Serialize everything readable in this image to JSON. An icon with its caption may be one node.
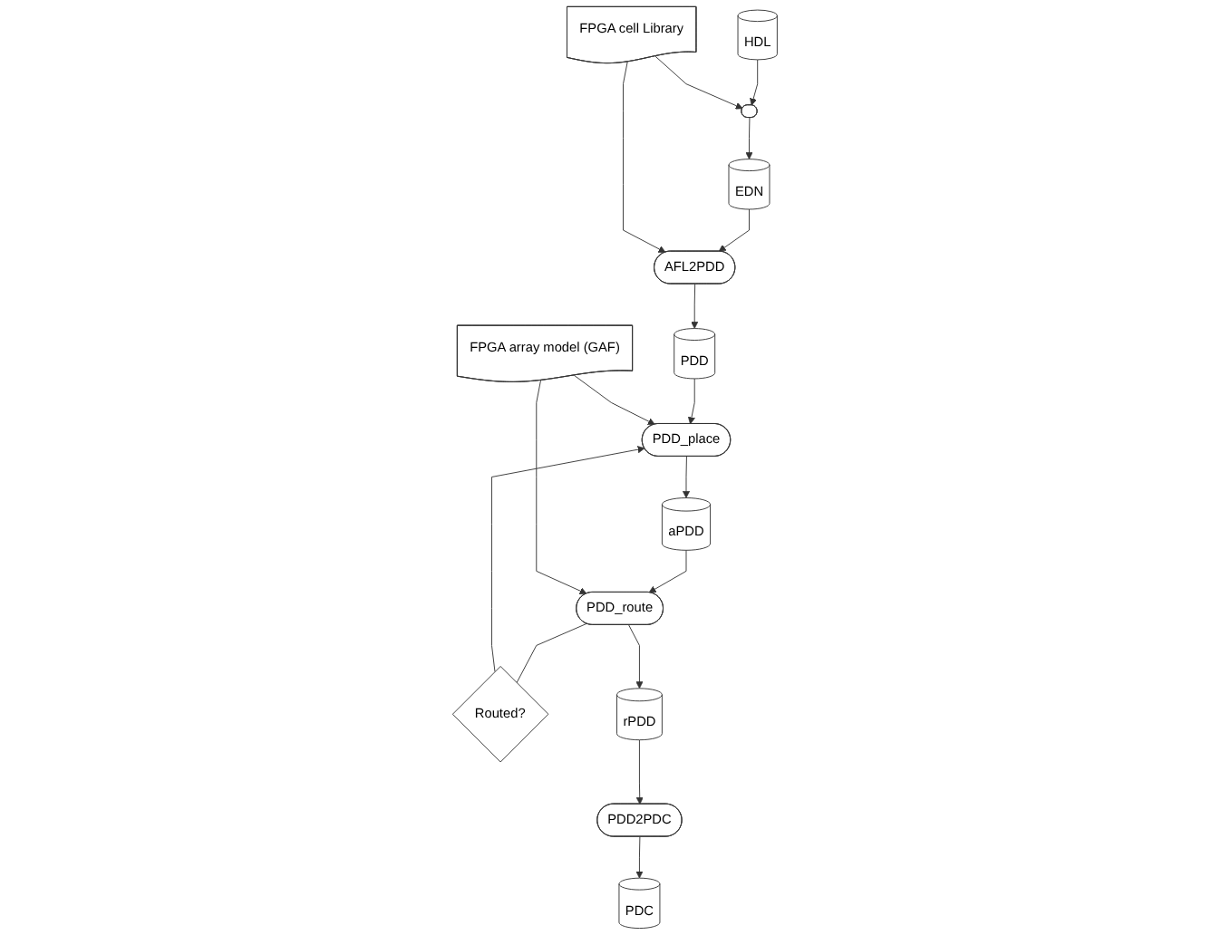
{
  "diagram": {
    "nodes": [
      {
        "text": [
          "HDL"
        ]
      },
      {
        "text": [],
        "shape": "ellipse"
      },
      {
        "text": [
          "EDN"
        ]
      },
      {
        "text": [
          "FPGA cell Library"
        ]
      },
      {
        "text": [
          "AFL2PDD"
        ]
      },
      {
        "text": [
          "PDD"
        ]
      },
      {
        "text": [
          "PDD_place"
        ]
      },
      {
        "text": [
          "FPGA array model (GAF)"
        ]
      },
      {
        "text": [
          "aPDD"
        ]
      },
      {
        "text": [
          "Routed?"
        ]
      },
      {
        "text": [
          "PDD_route"
        ]
      },
      {
        "text": [
          "rPDD"
        ]
      },
      {
        "text": [
          "PDD2PDC"
        ]
      },
      {
        "text": [
          "PDC"
        ]
      }
    ],
    "edges": [
      {
        "from": 0,
        "to": 1,
        "arrow": "to"
      },
      {
        "from": 1,
        "to": 2,
        "arrow": "to"
      },
      {
        "from": 3,
        "to": 1,
        "arrow": "to"
      },
      {
        "from": 2,
        "to": 4,
        "arrow": "to"
      },
      {
        "from": 3,
        "to": 4,
        "arrow": "to"
      },
      {
        "from": 4,
        "to": 5,
        "arrow": "to"
      },
      {
        "from": 5,
        "to": 6,
        "arrow": "to"
      },
      {
        "from": 6,
        "to": 8,
        "arrow": "to"
      },
      {
        "from": 8,
        "to": 10,
        "arrow": "to"
      },
      {
        "from": 7,
        "to": 6,
        "arrow": "to"
      },
      {
        "from": 7,
        "to": 10,
        "arrow": "to"
      },
      {
        "from": 10,
        "to": 9,
        "arrow": "none"
      },
      {
        "from": 9,
        "to": 6,
        "arrow": "to"
      },
      {
        "from": 10,
        "to": 11,
        "arrow": "to"
      },
      {
        "from": 11,
        "to": 12,
        "arrow": "to"
      },
      {
        "from": 12,
        "to": 13,
        "arrow": "to"
      }
    ]
  }
}
